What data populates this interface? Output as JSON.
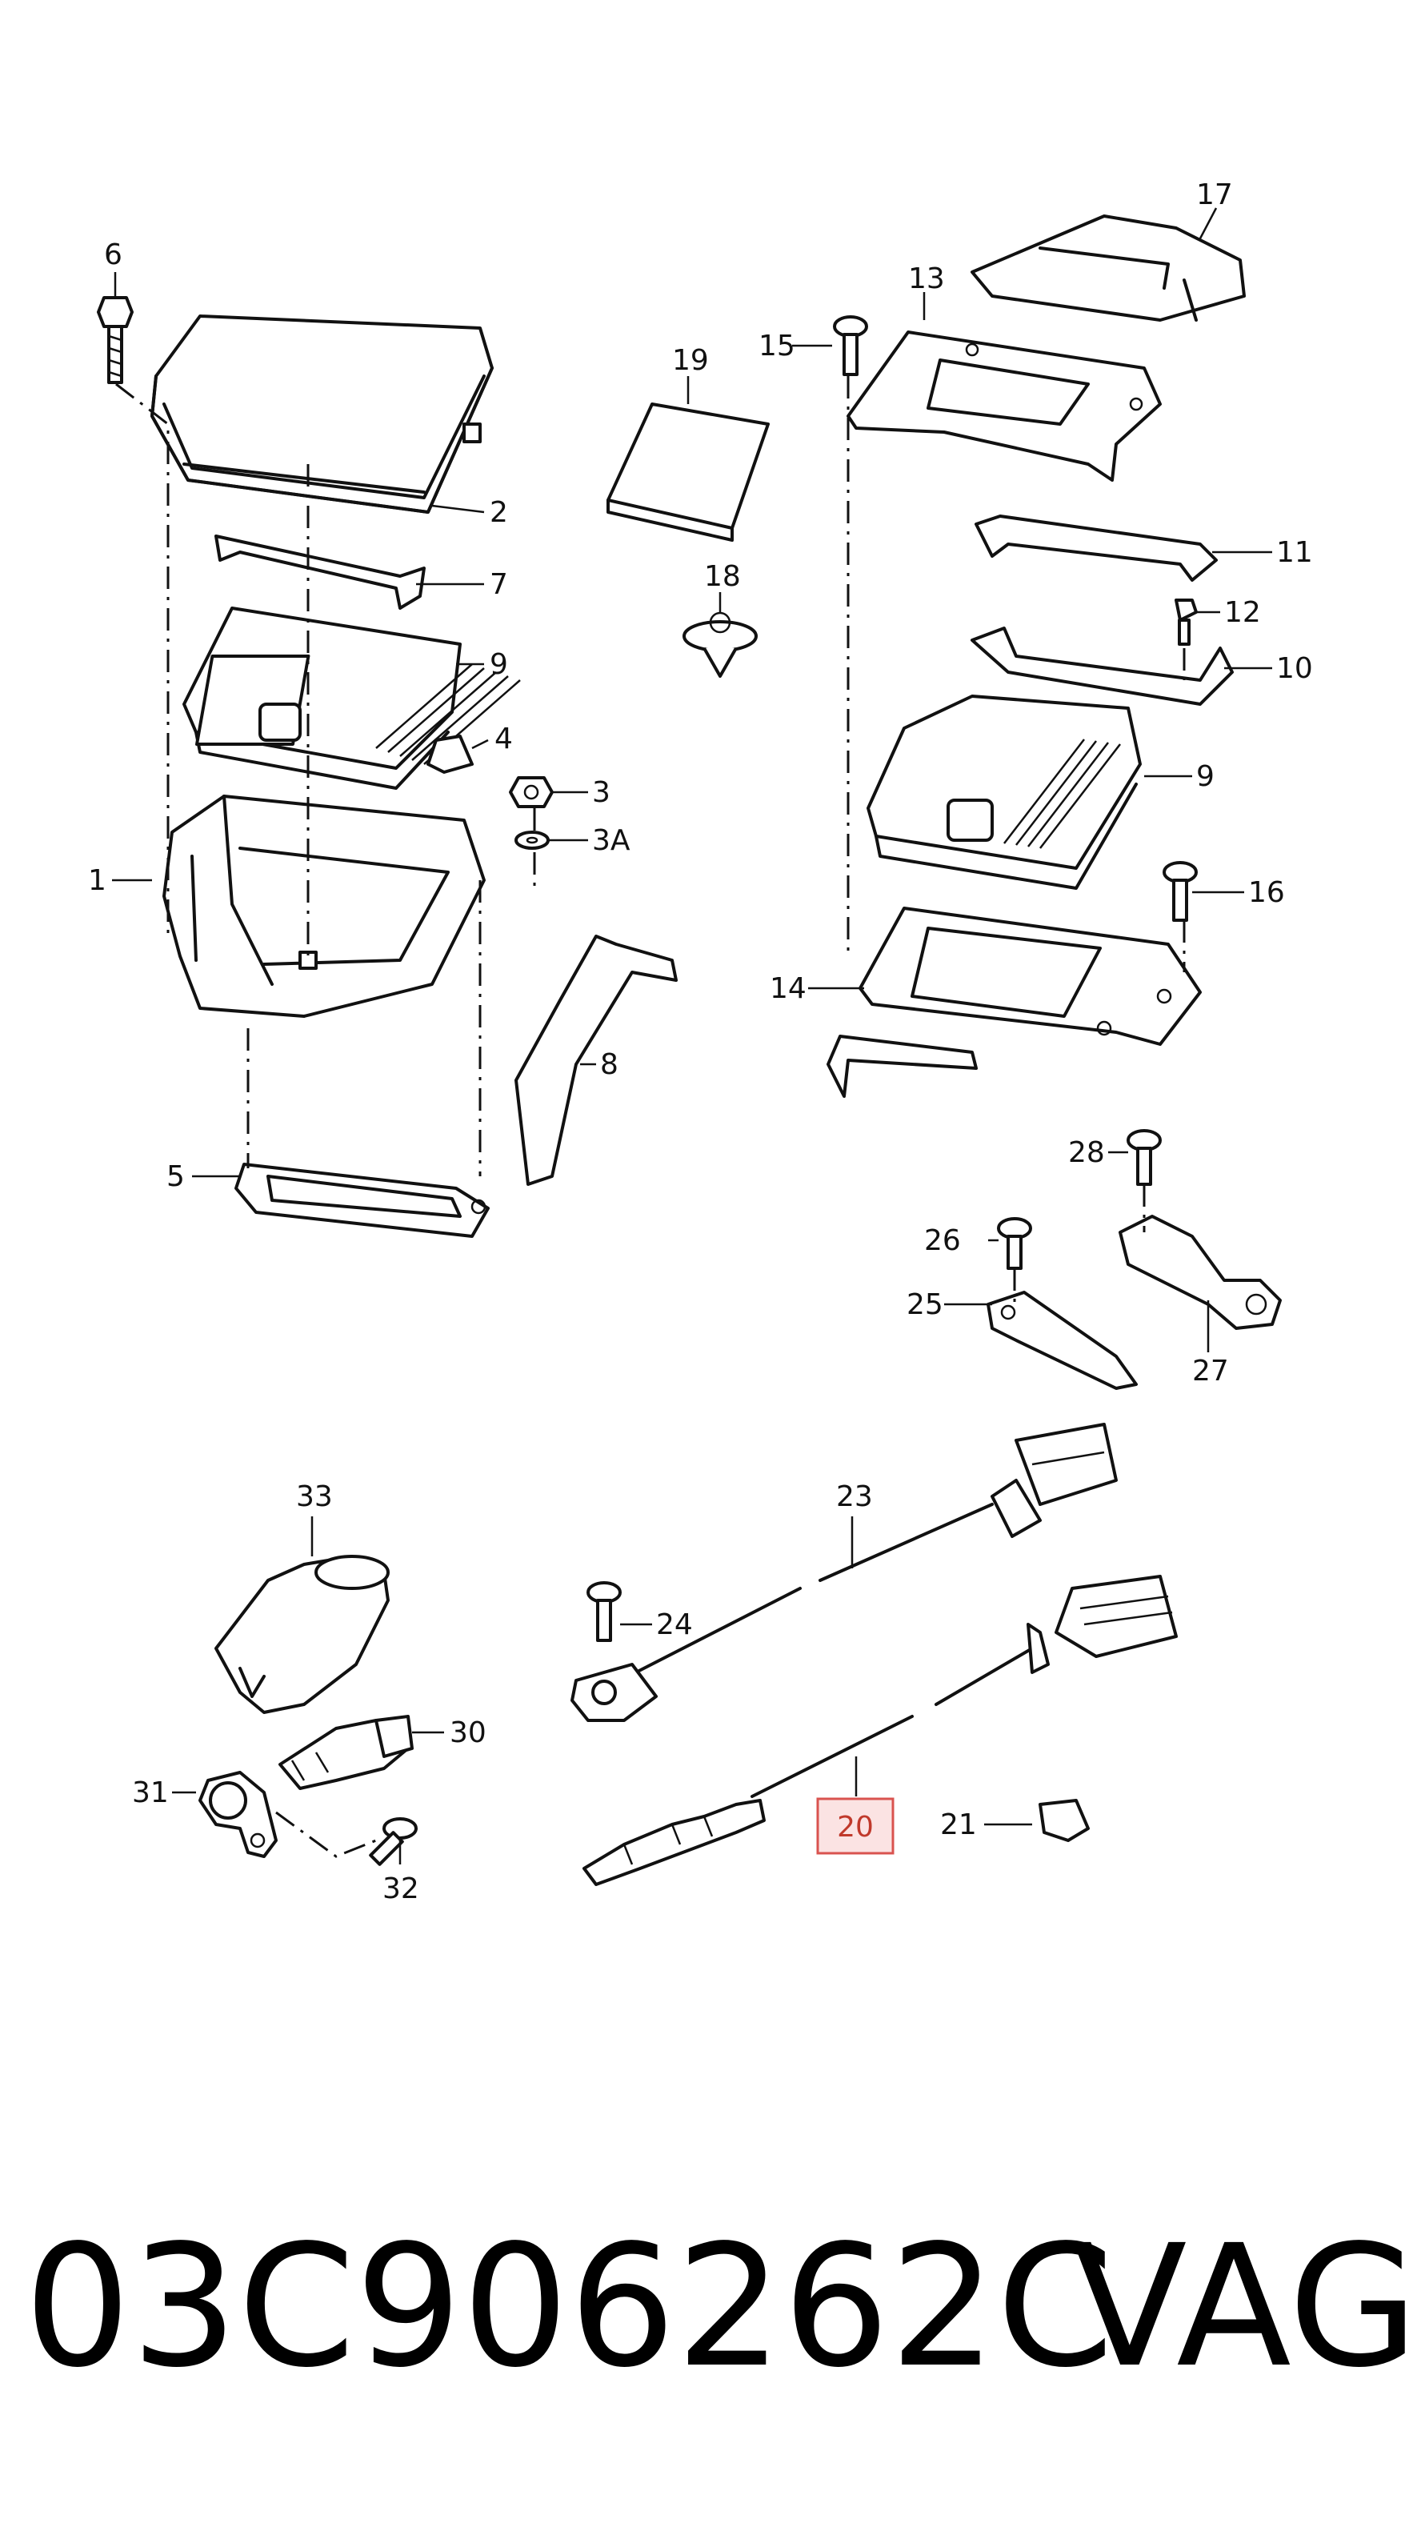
{
  "labels": {
    "p1": "1",
    "p2": "2",
    "p3": "3",
    "p3a": "3A",
    "p4": "4",
    "p5": "5",
    "p6": "6",
    "p7": "7",
    "p8": "8",
    "p9a": "9",
    "p9b": "9",
    "p10": "10",
    "p11": "11",
    "p12": "12",
    "p13": "13",
    "p14": "14",
    "p15": "15",
    "p16": "16",
    "p17": "17",
    "p18": "18",
    "p19": "19",
    "p20": "20",
    "p21": "21",
    "p23": "23",
    "p24": "24",
    "p25": "25",
    "p26": "26",
    "p27": "27",
    "p28": "28",
    "p30": "30",
    "p31": "31",
    "p32": "32",
    "p33": "33"
  },
  "highlight": {
    "label": "20",
    "color": "#d9534f",
    "fill": "#fbe3e3"
  },
  "footer": {
    "part_number": "03C906262C",
    "brand": "VAG"
  }
}
